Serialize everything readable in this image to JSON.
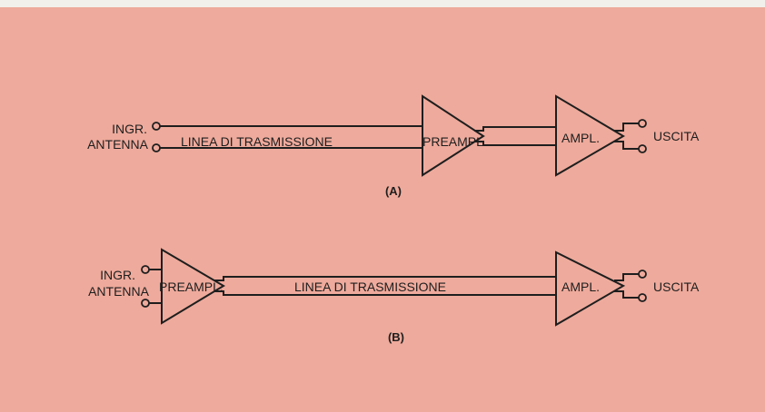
{
  "colors": {
    "background": "#eeaa9c",
    "margin": "#f2f0ea",
    "ink": "#1e1e1e"
  },
  "diagram_a": {
    "input_label_1": "INGR.",
    "input_label_2": "ANTENNA",
    "line_label": "LINEA DI TRASMISSIONE",
    "preamp_label": "PREAMPL.",
    "amp_label": "AMPL.",
    "output_label": "USCITA",
    "caption": "(A)"
  },
  "diagram_b": {
    "input_label_1": "INGR.",
    "input_label_2": "ANTENNA",
    "preamp_label": "PREAMPL.",
    "line_label": "LINEA DI TRASMISSIONE",
    "amp_label": "AMPL.",
    "output_label": "USCITA",
    "caption": "(B)"
  }
}
